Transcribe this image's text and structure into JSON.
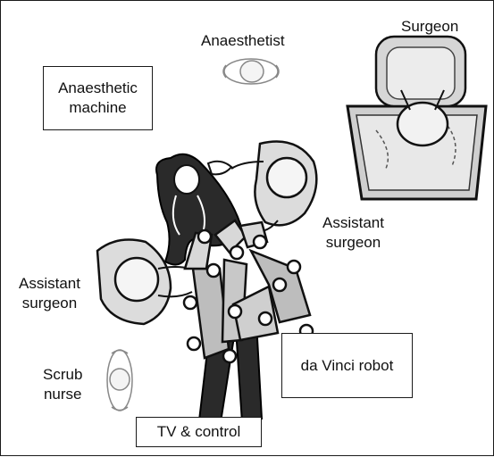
{
  "figure": {
    "labels": {
      "anaesthetist": "Anaesthetist",
      "surgeon": "Surgeon",
      "assistant_right": "Assistant\nsurgeon",
      "assistant_left": "Assistant\nsurgeon",
      "scrub_nurse": "Scrub\nnurse"
    },
    "boxes": {
      "anaesthetic_machine": "Anaesthetic\nmachine",
      "da_vinci_robot": "da Vinci robot",
      "tv_control": "TV & control"
    }
  }
}
